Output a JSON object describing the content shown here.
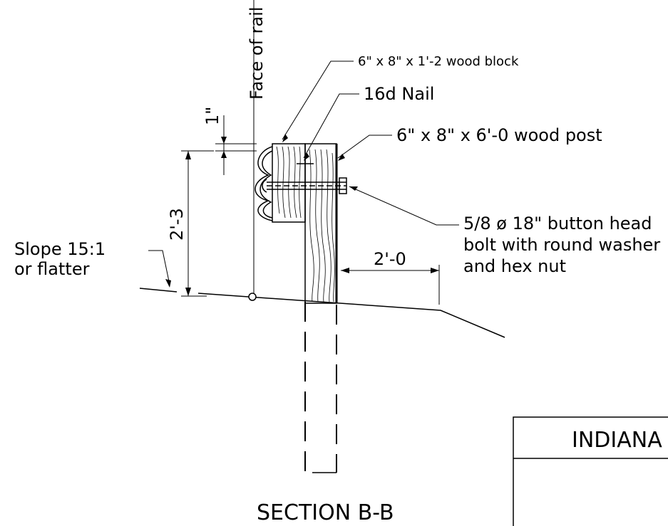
{
  "labels": {
    "face_of_rail": "Face of rail",
    "wood_block": "6\" x 8\" x 1'-2 wood block",
    "nail": "16d Nail",
    "wood_post": "6\" x 8\" x 6'-0 wood post",
    "bolt_line1": "5/8 ø 18\" button head",
    "bolt_line2": "bolt with round washer",
    "bolt_line3": "and hex nut",
    "slope_line1": "Slope 15:1",
    "slope_line2": "or flatter",
    "dim_one_inch": "1\"",
    "dim_height": "2'-3",
    "dim_offset": "2'-0",
    "section_title": "SECTION B-B",
    "title_block_text": "INDIANA"
  }
}
